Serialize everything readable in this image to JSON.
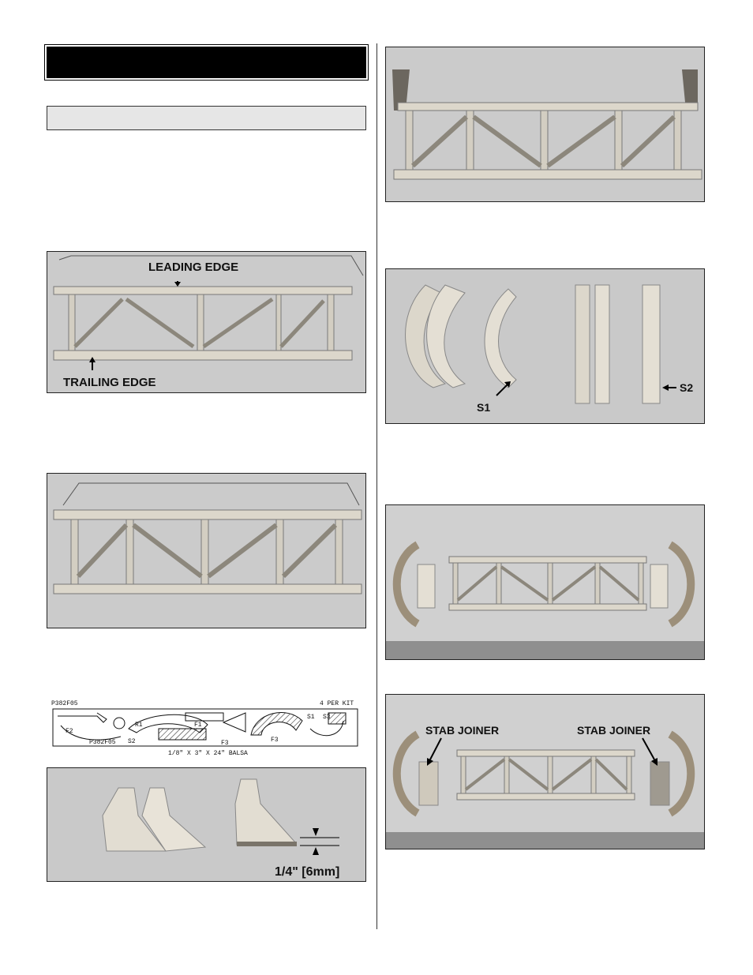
{
  "labels": {
    "leading_edge": "LEADING EDGE",
    "trailing_edge": "TRAILING EDGE",
    "s1": "S1",
    "s2": "S2",
    "stab_joiner_left": "STAB JOINER",
    "stab_joiner_right": "STAB JOINER",
    "thickness": "1/4\" [6mm]"
  },
  "diagram": {
    "sheet_id_top": "P382F05",
    "per_kit": "4 PER KIT",
    "sheet_id_inner": "P382F05",
    "stock": "1/8\" X 3\" X 24\" BALSA",
    "parts": [
      "F2",
      "R1",
      "F1",
      "S1",
      "S3",
      "S2",
      "F3",
      "F3"
    ]
  },
  "colors": {
    "photo_bg": "#cfcfcf",
    "balsa": "#d9d4c8",
    "dark": "#000000"
  }
}
